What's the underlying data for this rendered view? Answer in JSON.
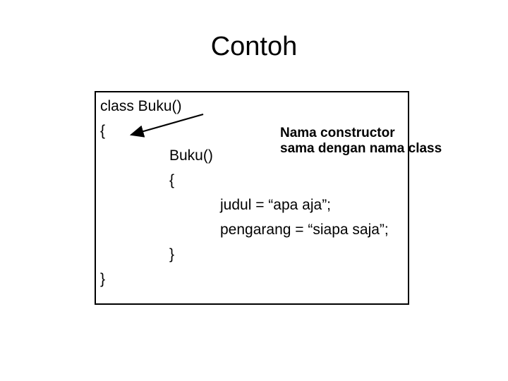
{
  "slide": {
    "title": "Contoh",
    "code_box": {
      "lines": [
        {
          "text": "class Buku()"
        },
        {
          "text": "{"
        },
        {
          "text": "Buku()"
        },
        {
          "text": "{"
        },
        {
          "text": "judul = “apa aja”;"
        },
        {
          "text": "pengarang = “siapa saja”;"
        },
        {
          "text": "}"
        },
        {
          "text": "}"
        }
      ]
    },
    "annotation": {
      "line1": "Nama constructor",
      "line2": "sama dengan nama class"
    },
    "colors": {
      "background": "#ffffff",
      "text": "#000000",
      "box_border": "#000000",
      "arrow": "#000000"
    }
  }
}
